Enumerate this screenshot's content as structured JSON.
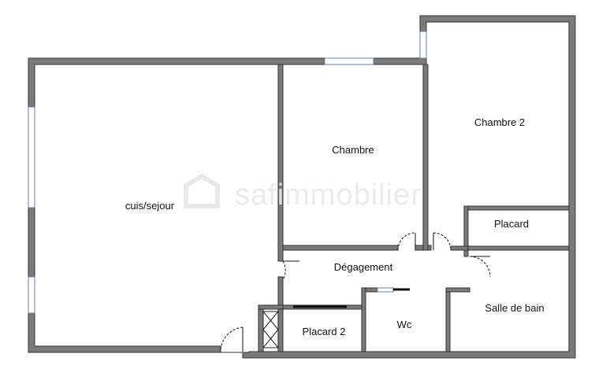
{
  "rooms": {
    "living": "cuis/sejour",
    "bedroom1": "Chambre",
    "bedroom2": "Chambre 2",
    "closet": "Placard",
    "hallway": "Dégagement",
    "bathroom": "Salle de bain",
    "closet2": "Placard 2",
    "toilet": "Wc"
  },
  "watermark": {
    "brand": "safimmobilier",
    "logo_icon": "house-logo-icon"
  },
  "colors": {
    "wall_fill": "#7a7a7a",
    "wall_outline": "#333333",
    "window": "#6a7fa8"
  }
}
